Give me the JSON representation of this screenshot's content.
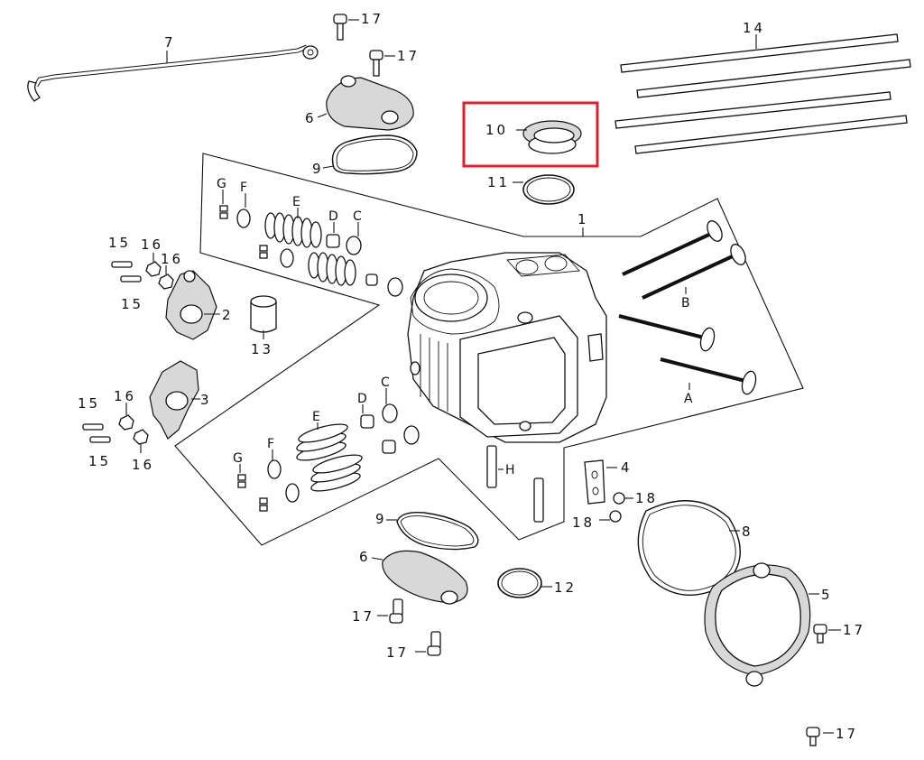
{
  "callouts": {
    "c1": "1",
    "c2": "2",
    "c3": "3",
    "c4": "4",
    "c5": "5",
    "c6_top": "6",
    "c6_bottom": "6",
    "c7": "7",
    "c8": "8",
    "c9_top": "9",
    "c9_bottom": "9",
    "c10": "10",
    "c11": "11",
    "c12": "12",
    "c13": "13",
    "c14": "14",
    "c15_a": "15",
    "c15_b": "15",
    "c15_c": "15",
    "c15_d": "15",
    "c16_a": "16",
    "c16_b": "16",
    "c16_c": "16",
    "c16_d": "16",
    "c17_a": "17",
    "c17_b": "17",
    "c17_c": "17",
    "c17_d": "17",
    "c17_e": "17",
    "c17_f": "17",
    "c18_a": "18",
    "c18_b": "18"
  },
  "letters": {
    "A": "A",
    "B": "B",
    "C_top": "C",
    "D_top": "D",
    "E_top": "E",
    "F_top": "F",
    "G_top": "G",
    "C_bot": "C",
    "D_bot": "D",
    "E_bot": "E",
    "F_bot": "F",
    "G_bot": "G",
    "H": "H"
  },
  "highlight": {
    "part": "10",
    "color": "#e0202c"
  },
  "colors": {
    "line": "#111111",
    "fill": "#ffffff",
    "shade": "#d8d8d8"
  }
}
